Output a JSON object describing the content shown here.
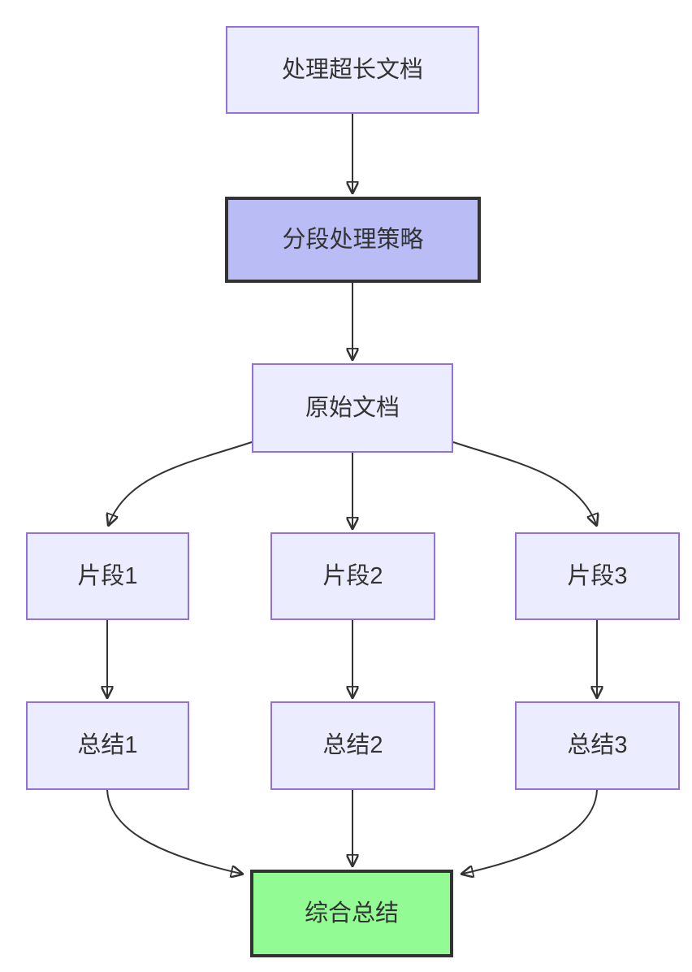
{
  "diagram": {
    "type": "flowchart",
    "direction": "top-down",
    "nodes": [
      {
        "id": "A",
        "label": "处理超长文档",
        "role": "process"
      },
      {
        "id": "B",
        "label": "分段处理策略",
        "role": "strategy"
      },
      {
        "id": "C",
        "label": "原始文档",
        "role": "document"
      },
      {
        "id": "D1",
        "label": "片段1",
        "role": "chunk"
      },
      {
        "id": "D2",
        "label": "片段2",
        "role": "chunk"
      },
      {
        "id": "D3",
        "label": "片段3",
        "role": "chunk"
      },
      {
        "id": "E1",
        "label": "总结1",
        "role": "summary"
      },
      {
        "id": "E2",
        "label": "总结2",
        "role": "summary"
      },
      {
        "id": "E3",
        "label": "总结3",
        "role": "summary"
      },
      {
        "id": "F",
        "label": "综合总结",
        "role": "final-summary"
      }
    ],
    "edges": [
      {
        "from": "A",
        "to": "B"
      },
      {
        "from": "B",
        "to": "C"
      },
      {
        "from": "C",
        "to": "D1"
      },
      {
        "from": "C",
        "to": "D2"
      },
      {
        "from": "C",
        "to": "D3"
      },
      {
        "from": "D1",
        "to": "E1"
      },
      {
        "from": "D2",
        "to": "E2"
      },
      {
        "from": "D3",
        "to": "E3"
      },
      {
        "from": "E1",
        "to": "F"
      },
      {
        "from": "E2",
        "to": "F"
      },
      {
        "from": "E3",
        "to": "F"
      }
    ],
    "colors": {
      "background": "#FFFFFF",
      "node_fill": "#ECECFF",
      "node_border": "#9370DB",
      "strategy_fill": "#B9BCF5",
      "result_fill": "#93FB93",
      "emphasis_border": "#333333",
      "edge_line": "#333333",
      "text": "#333333"
    }
  }
}
